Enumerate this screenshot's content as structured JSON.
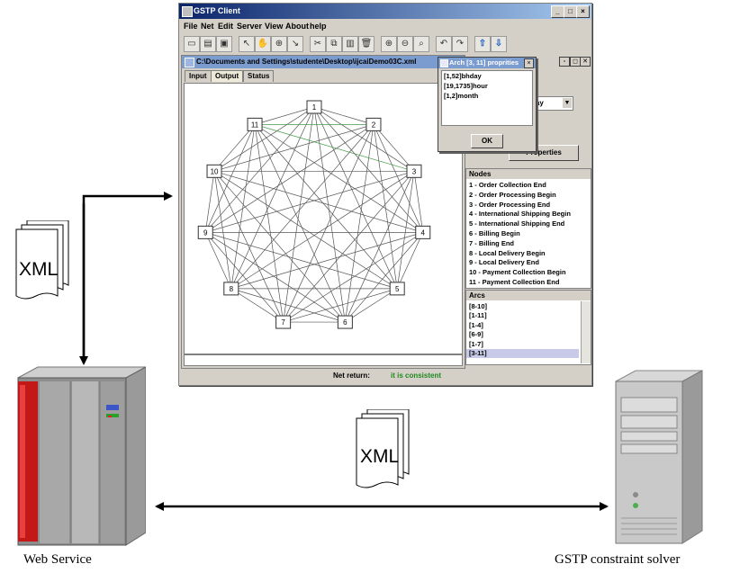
{
  "window": {
    "title": "GSTP Client",
    "menu": [
      "File",
      "Net",
      "Edit",
      "Server",
      "View",
      "About",
      "help"
    ],
    "frame_title": "C:\\Documents and Settings\\studente\\Desktop\\ijcaiDemo03C.xml",
    "tabs": [
      "Input",
      "Output",
      "Status"
    ],
    "active_tab": "Output",
    "status_label": "Net return:",
    "status_value": "it is consistent",
    "properties_button": "Properties",
    "combo_value": "day"
  },
  "popup": {
    "title": "Arch [3, 11] proprities",
    "lines": [
      "[1,52]bhday",
      "[19,1735]hour",
      "[1,2]month"
    ],
    "ok": "OK"
  },
  "nodes_panel": {
    "header": "Nodes",
    "items": [
      "1 - Order Collection End",
      "2 - Order Processing Begin",
      "3 - Order Processing End",
      "4 - International Shipping Begin",
      "5 - International Shipping End",
      "6 - Billing Begin",
      "7 - Billing End",
      "8 - Local Delivery Begin",
      "9 - Local Delivery End",
      "10 - Payment Collection Begin",
      "11 - Payment Collection End"
    ]
  },
  "arcs_panel": {
    "header": "Arcs",
    "items": [
      "[8-10]",
      "[1-11]",
      "[1-4]",
      "[6-9]",
      "[1-7]",
      "[3-11]"
    ],
    "selected": "[3-11]"
  },
  "graph": {
    "node_labels": [
      "1",
      "2",
      "3",
      "4",
      "5",
      "6",
      "7",
      "8",
      "9",
      "10",
      "11"
    ],
    "highlight_colors": [
      "#4a9a4a"
    ]
  },
  "diagram": {
    "xml_label": "XML",
    "web_service_label": "Web Service",
    "solver_label": "GSTP constraint solver"
  }
}
